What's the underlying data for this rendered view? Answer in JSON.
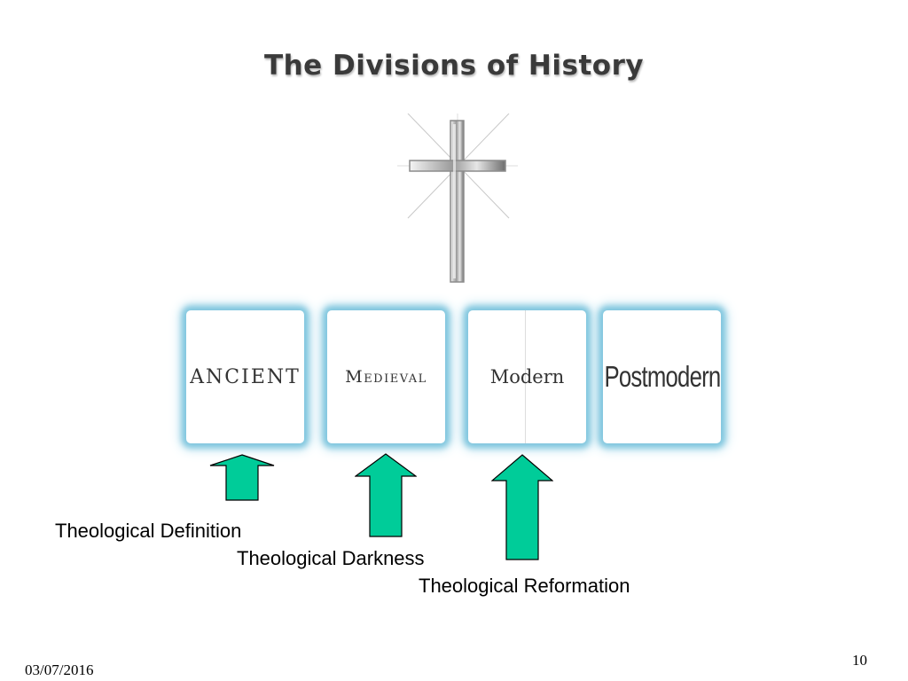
{
  "slide": {
    "title": "The Divisions of History",
    "eras": [
      {
        "label": "ANCIENT"
      },
      {
        "label": "Medieval"
      },
      {
        "label": "Modern"
      },
      {
        "label": "Postmodern"
      }
    ],
    "annotations": [
      {
        "label": "Theological Definition"
      },
      {
        "label": "Theological Darkness"
      },
      {
        "label": "Theological Reformation"
      }
    ],
    "arrow_color": "#00cc99",
    "glow_color": "#7fc6de",
    "footer": {
      "date": "03/07/2016",
      "page_number": "10"
    }
  }
}
